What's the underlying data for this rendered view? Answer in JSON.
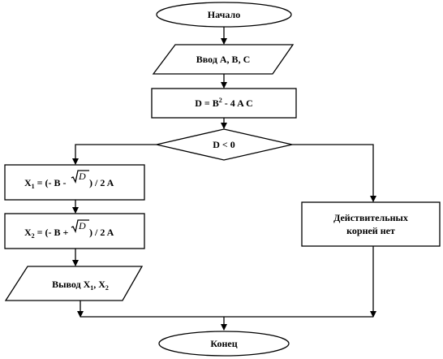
{
  "diagram": {
    "start": "Начало",
    "input": "Ввод A, B, C",
    "discriminant": {
      "lhs": "D = B",
      "exp": "2",
      "rhs": " - 4 A C"
    },
    "condition": "D < 0",
    "x1": {
      "var": "X",
      "sub": "1",
      "pre": " = (- B - ",
      "root": "D",
      "post": " ) / 2 A"
    },
    "x2": {
      "var": "X",
      "sub": "2",
      "pre": " = (- B + ",
      "root": "D",
      "post": " ) / 2 A"
    },
    "output": {
      "text": "Вывод X",
      "sub1": "1",
      "mid": ", X",
      "sub2": "2"
    },
    "no_roots": {
      "line1": "Действительных",
      "line2": "корней нет"
    },
    "end": "Конец"
  }
}
